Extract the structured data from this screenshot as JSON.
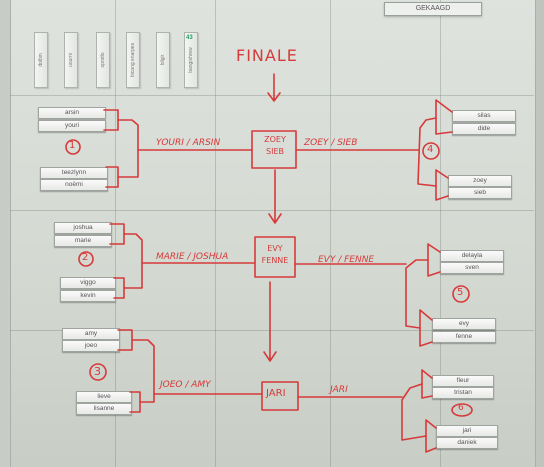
{
  "top_card": "GEKAAGD",
  "sleeves": [
    {
      "label": "dolbin"
    },
    {
      "label": "uourni"
    },
    {
      "label": "sprotlo"
    },
    {
      "label": "bicang enarpes"
    },
    {
      "label": "bilgir"
    },
    {
      "label": "bangishrew",
      "mark": "43"
    }
  ],
  "title": "FINALE",
  "circles": [
    "1",
    "2",
    "3",
    "4",
    "5",
    "6"
  ],
  "left_pairs": [
    {
      "a": "arsin",
      "b": "youri"
    },
    {
      "a": "teezlynn",
      "b": "noëmi"
    },
    {
      "a": "joshua",
      "b": "marie"
    },
    {
      "a": "viggo",
      "b": "kevin"
    },
    {
      "a": "amy",
      "b": "joeo"
    },
    {
      "a": "lieve",
      "b": "lisanne"
    }
  ],
  "right_pairs": [
    {
      "a": "silas",
      "b": "dide"
    },
    {
      "a": "zoey",
      "b": "sieb"
    },
    {
      "a": "delayla",
      "b": "sven"
    },
    {
      "a": "evy",
      "b": "fenne"
    },
    {
      "a": "fleur",
      "b": "tristan"
    },
    {
      "a": "jari",
      "b": "daniek"
    }
  ],
  "winners": {
    "left1": "YOURI / ARSIN",
    "right1": "ZOEY / SIEB",
    "center1": "ZOEY SIEB",
    "left2": "MARIE / JOSHUA",
    "right2": "EVY / FENNE",
    "center2": "EVY FENNE",
    "left3": "JOEO / AMY",
    "right3": "JARI",
    "center3": "JARI"
  },
  "colors": {
    "ink": "#d63a3a",
    "board": "#d6dad4"
  }
}
